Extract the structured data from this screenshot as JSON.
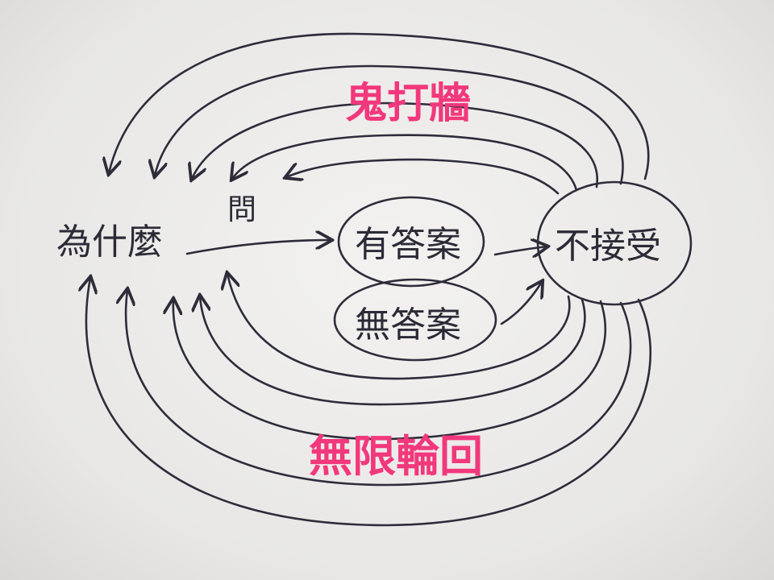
{
  "nodes": {
    "why": "為什麼",
    "ask": "問",
    "has_answer": "有答案",
    "no_answer": "無答案",
    "not_accept": "不接受"
  },
  "labels": {
    "top_loop": "鬼打牆",
    "bottom_loop": "無限輪回"
  },
  "colors": {
    "ink": "#2e2c3a",
    "highlight": "#f2387c",
    "paper": "#eceae8"
  }
}
